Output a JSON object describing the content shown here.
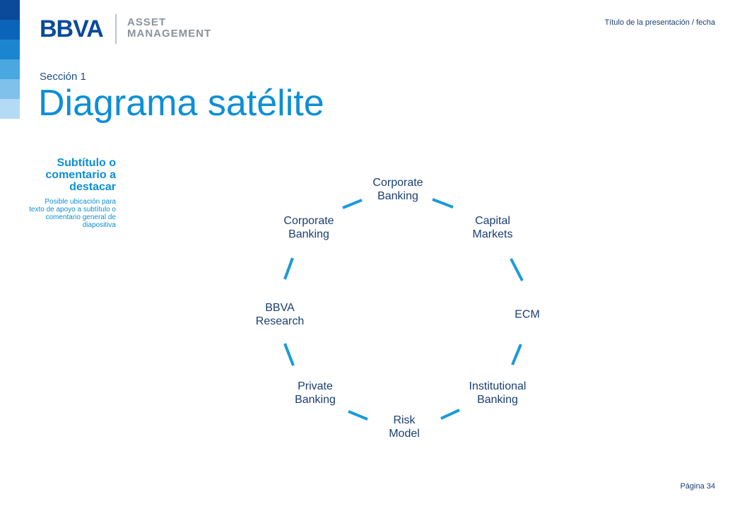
{
  "header": {
    "color_bar": [
      "#0b4a9a",
      "#0a64b8",
      "#1b86cf",
      "#4aa8e0",
      "#7fc1ea",
      "#b4dbf5"
    ],
    "logo": {
      "brand": "BBVA",
      "division_line1": "ASSET",
      "division_line2": "MANAGEMENT"
    },
    "presentation_meta": "Título de la presentación / fecha"
  },
  "slide": {
    "section": "Sección 1",
    "title": "Diagrama satélite",
    "subtitle": "Subtítulo o comentario a destacar",
    "support_text": "Posible ubicación para texto de apoyo a subtítulo o comentario general de diapositiva"
  },
  "diagram": {
    "accent_color": "#1a9ad9",
    "nodes": [
      {
        "label": "Corporate\nBanking"
      },
      {
        "label": "Capital\nMarkets"
      },
      {
        "label": "ECM"
      },
      {
        "label": "Institutional\nBanking"
      },
      {
        "label": "Risk\nModel"
      },
      {
        "label": "Private\nBanking"
      },
      {
        "label": "BBVA\nResearch"
      },
      {
        "label": "Corporate\nBanking"
      }
    ]
  },
  "footer": {
    "page": "Página 34"
  }
}
